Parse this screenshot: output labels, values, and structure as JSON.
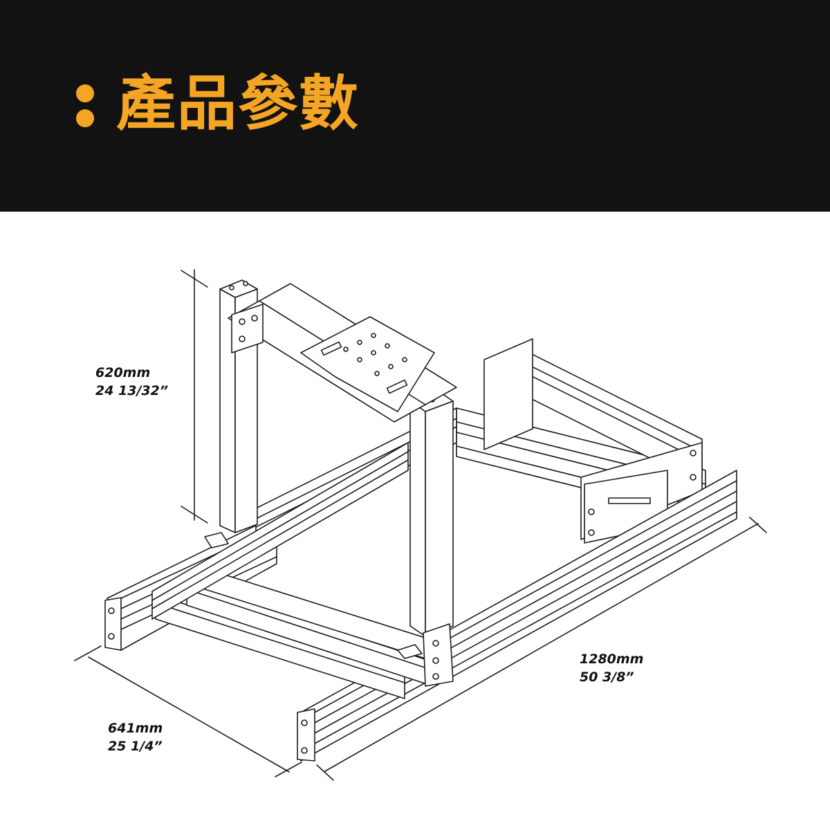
{
  "header": {
    "title": "產品參數",
    "background": "#121212",
    "accent_color": "#f5a524"
  },
  "dimensions": {
    "height": {
      "metric": "620mm",
      "imperial": "24 13/32”"
    },
    "length": {
      "metric": "1280mm",
      "imperial": "50 3/8”"
    },
    "width": {
      "metric": "641mm",
      "imperial": "25 1/4”"
    }
  },
  "illustration": {
    "subject": "sim-racing-cockpit-frame-line-drawing",
    "line_color": "#1a1a1a"
  }
}
